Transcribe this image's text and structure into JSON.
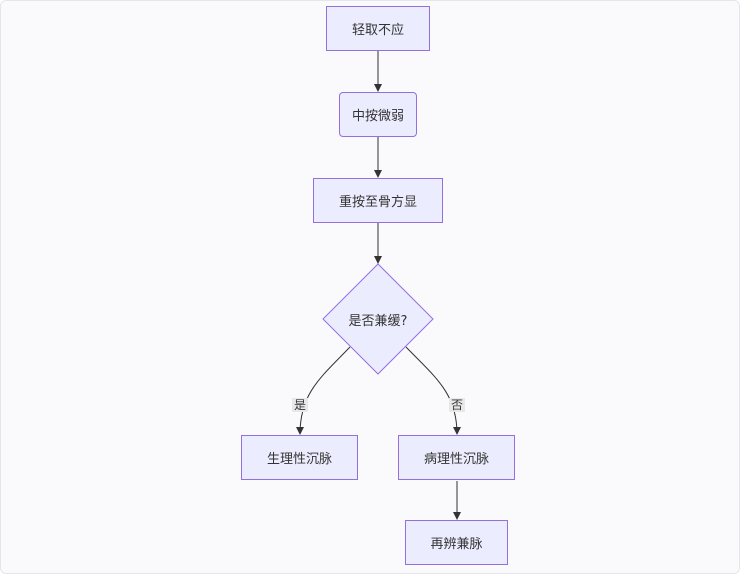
{
  "flowchart": {
    "nodes": {
      "light_press": "轻取不应",
      "medium_press": "中按微弱",
      "heavy_press": "重按至骨方显",
      "decision": "是否兼缓?",
      "physiological": "生理性沉脉",
      "pathological": "病理性沉脉",
      "differentiate": "再辨兼脉"
    },
    "edge_labels": {
      "yes": "是",
      "no": "否"
    }
  },
  "colors": {
    "node_fill": "#ececff",
    "node_border": "#9370db",
    "edge": "#333333",
    "text": "#333333"
  }
}
